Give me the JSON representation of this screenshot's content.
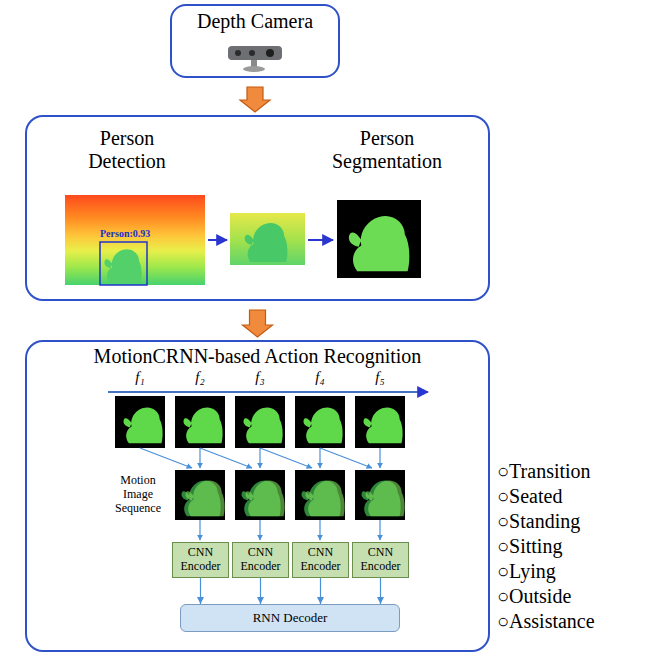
{
  "diagram": {
    "nodes": [
      {
        "text": [
          "Depth Camera"
        ]
      },
      {
        "text": [
          "Person Detection",
          "Person Segmentation"
        ]
      },
      {
        "text": [
          "MotionCRNN-based Action Recognition"
        ]
      },
      {
        "text": [
          "CNN Encoder"
        ],
        "in": 2
      },
      {
        "text": [
          "CNN Encoder"
        ],
        "in": 2
      },
      {
        "text": [
          "CNN Encoder"
        ],
        "in": 2
      },
      {
        "text": [
          "CNN Encoder"
        ],
        "in": 2
      },
      {
        "text": [
          "RNN Decoder"
        ],
        "in": 2
      }
    ],
    "edges": [
      {
        "from": 0,
        "to": 1,
        "arrow": "to"
      },
      {
        "from": 1,
        "to": 2,
        "arrow": "to"
      },
      {
        "from": 3,
        "to": 7,
        "arrow": "to"
      },
      {
        "from": 4,
        "to": 7,
        "arrow": "to"
      },
      {
        "from": 5,
        "to": 7,
        "arrow": "to"
      },
      {
        "from": 6,
        "to": 7,
        "arrow": "to"
      }
    ],
    "labels": [
      "Person:0.93",
      "f₁",
      "f₂",
      "f₃",
      "f₄",
      "f₅",
      "Motion Image Sequence",
      "○Transition",
      "○Seated",
      "○Standing",
      "○Sitting",
      "○Lying",
      "○Outside",
      "○Assistance"
    ]
  }
}
